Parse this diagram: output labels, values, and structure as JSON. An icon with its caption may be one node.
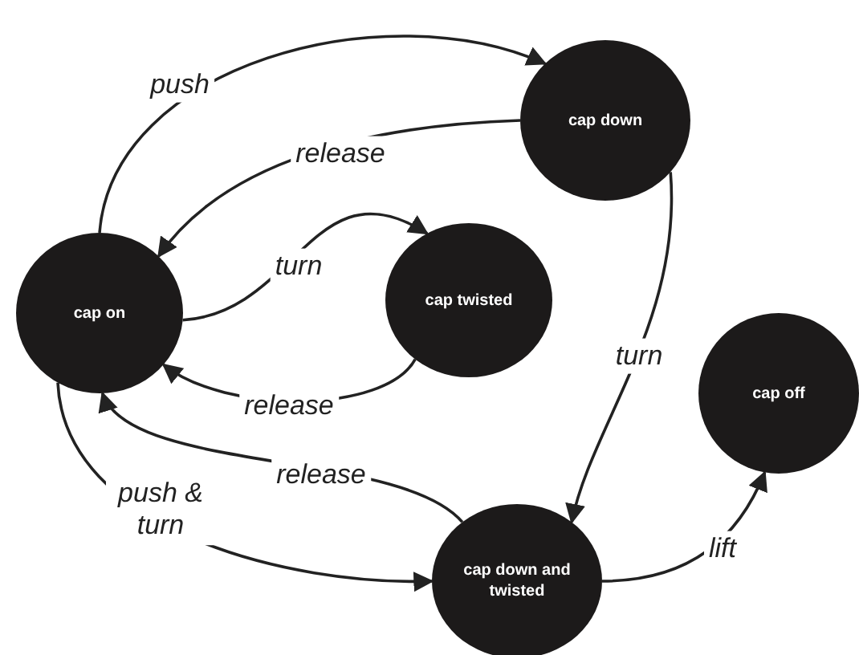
{
  "diagram": {
    "nodes": [
      {
        "text": [
          "cap on"
        ]
      },
      {
        "text": [
          "cap down"
        ]
      },
      {
        "text": [
          "cap twisted"
        ]
      },
      {
        "text": [
          "cap down and twisted"
        ]
      },
      {
        "text": [
          "cap off"
        ]
      }
    ],
    "edges": [
      {
        "from": 0,
        "to": 1,
        "arrow": "to",
        "label": "push"
      },
      {
        "from": 1,
        "to": 0,
        "arrow": "to",
        "label": "release"
      },
      {
        "from": 0,
        "to": 2,
        "arrow": "to",
        "label": "turn"
      },
      {
        "from": 2,
        "to": 0,
        "arrow": "to",
        "label": "release"
      },
      {
        "from": 1,
        "to": 3,
        "arrow": "to",
        "label": "turn"
      },
      {
        "from": 3,
        "to": 0,
        "arrow": "to",
        "label": "release"
      },
      {
        "from": 0,
        "to": 3,
        "arrow": "to",
        "label": "push & turn"
      },
      {
        "from": 3,
        "to": 4,
        "arrow": "to",
        "label": "lift"
      }
    ]
  }
}
